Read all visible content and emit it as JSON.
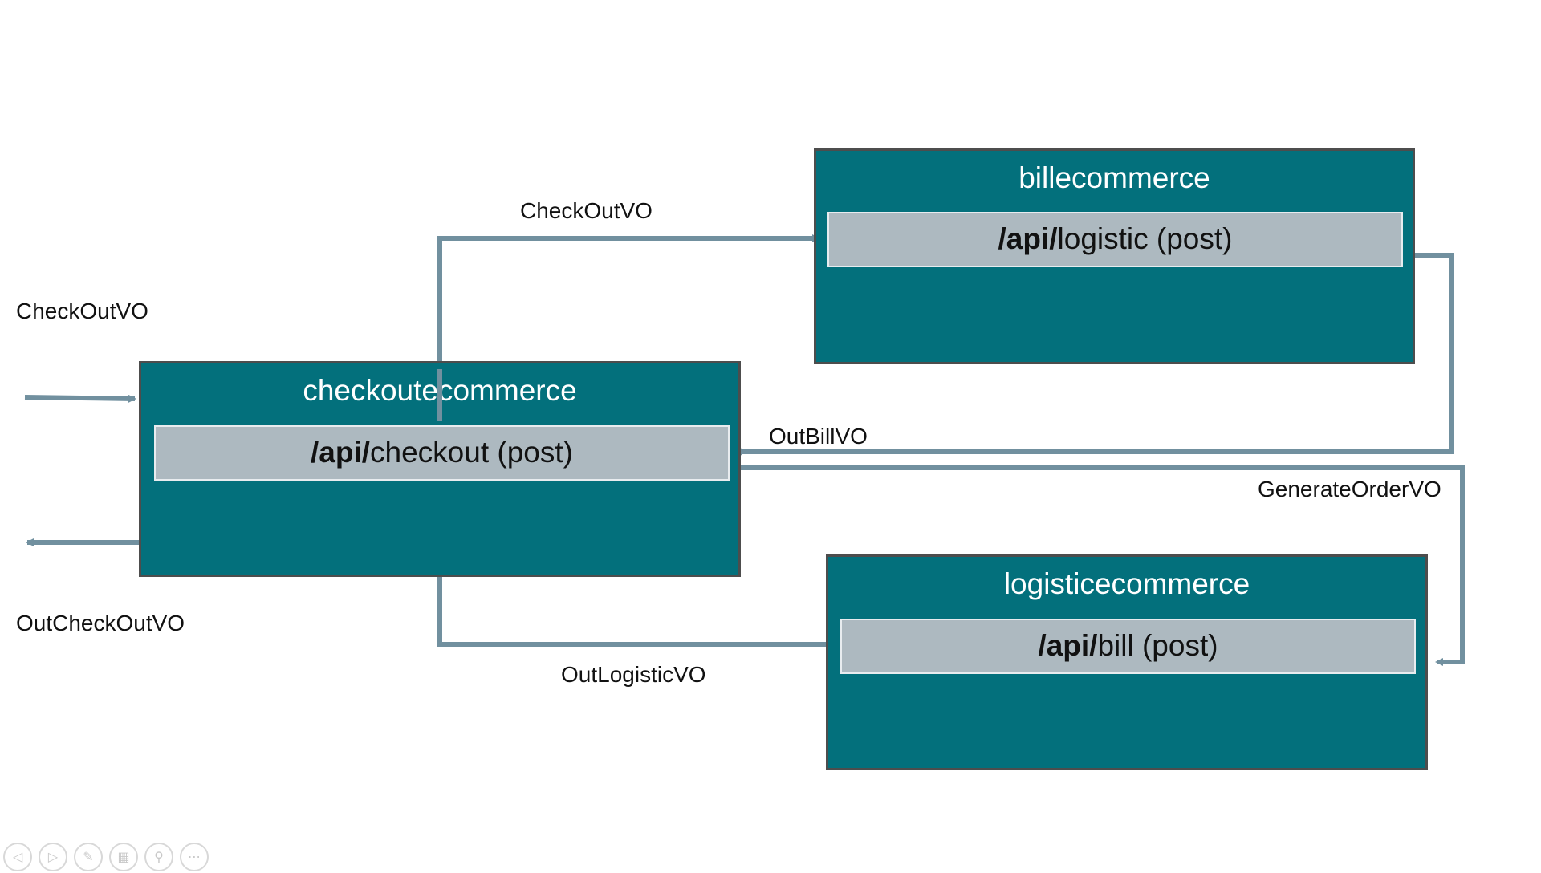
{
  "services": {
    "checkout": {
      "title": "checkoutecommerce",
      "endpoint_prefix": "/api/",
      "endpoint_rest": "checkout (post)"
    },
    "bill": {
      "title": "billecommerce",
      "endpoint_prefix": "/api/",
      "endpoint_rest": "logistic (post)"
    },
    "logistic": {
      "title": "logisticecommerce",
      "endpoint_prefix": "/api/",
      "endpoint_rest": "bill (post)"
    }
  },
  "flows": {
    "incoming": "CheckOutVO",
    "outgoing": "OutCheckOutVO",
    "checkout_to_bill": "CheckOutVO",
    "bill_to_checkout": "OutBillVO",
    "checkout_to_logistic": "GenerateOrderVO",
    "logistic_to_checkout": "OutLogisticVO"
  },
  "colors": {
    "service_fill": "#03707c",
    "endpoint_fill": "#adb9c0",
    "connector": "#71909f",
    "border": "#4d4d4d"
  },
  "toolbar": {
    "icons": [
      "previous-slide-icon",
      "next-slide-icon",
      "pen-icon",
      "slides-grid-icon",
      "zoom-icon",
      "more-options-icon"
    ]
  }
}
